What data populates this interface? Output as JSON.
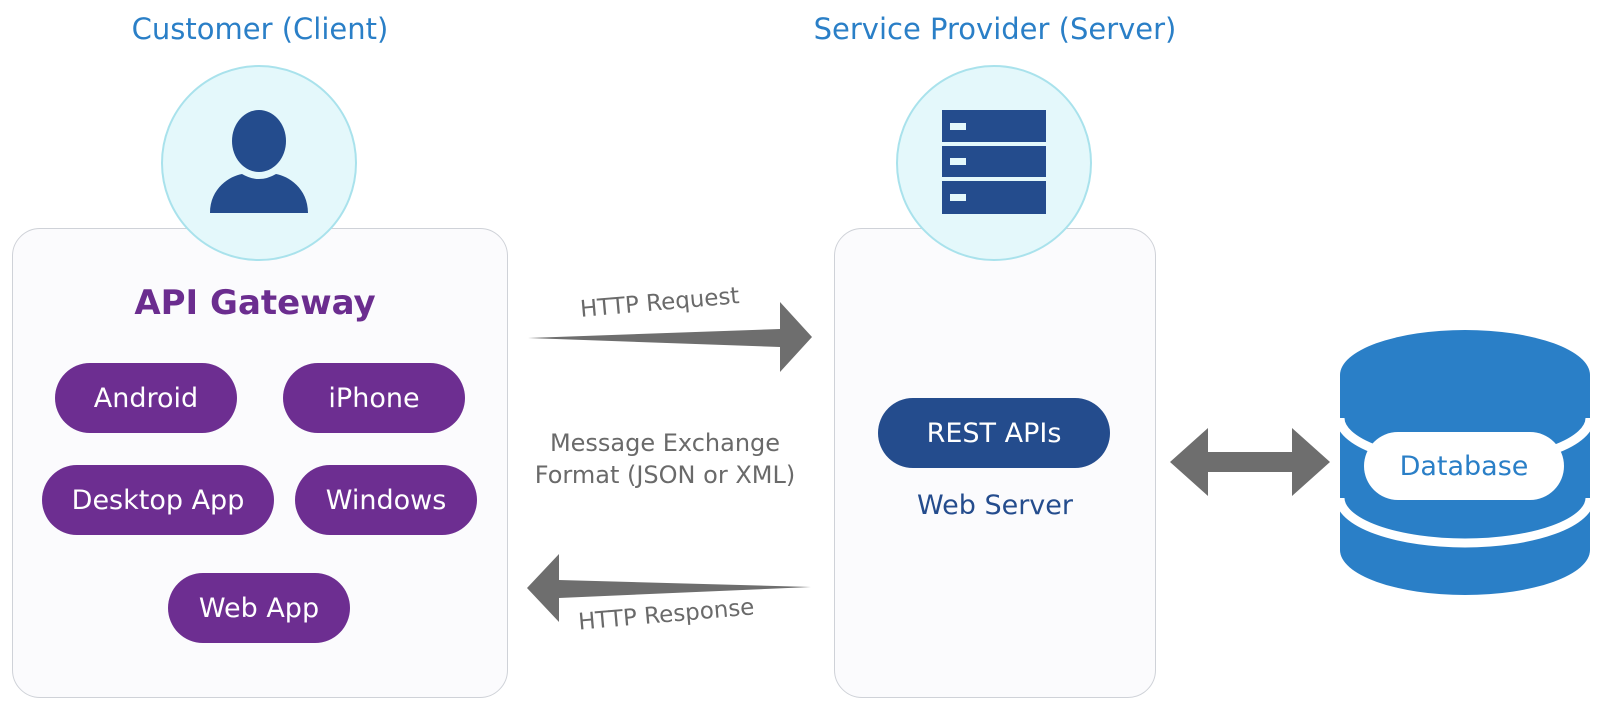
{
  "client": {
    "title": "Customer (Client)",
    "gateway_title": "API Gateway",
    "platforms": [
      "Android",
      "iPhone",
      "Desktop App",
      "Windows",
      "Web App"
    ]
  },
  "server": {
    "title": "Service Provider (Server)",
    "rest_label": "REST APIs",
    "web_server_label": "Web Server"
  },
  "flow": {
    "request_label": "HTTP Request",
    "response_label": "HTTP Response",
    "message_format_line1": "Message Exchange",
    "message_format_line2": "Format (JSON or XML)"
  },
  "database": {
    "label": "Database"
  },
  "colors": {
    "title_blue": "#2a7fc7",
    "purple": "#6d2e91",
    "navy": "#244c8d",
    "database_blue": "#2a7fc7",
    "arrow_gray": "#6e6e6e"
  },
  "icons": {
    "client": "user-icon",
    "server": "server-rack-icon",
    "database": "database-icon"
  }
}
